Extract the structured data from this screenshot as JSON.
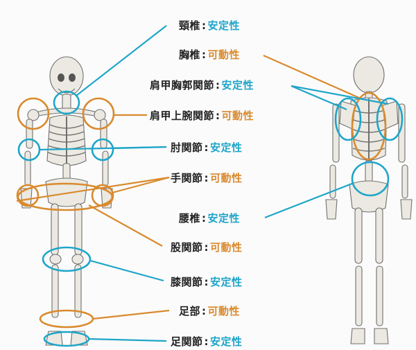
{
  "colors": {
    "stable": "#1ea5c9",
    "mobile": "#d98a2e",
    "bone": "#e9e7de",
    "outline": "#6f6f6f"
  },
  "labels": [
    {
      "id": "neck",
      "joint": "頸椎",
      "sep": ":",
      "property": "安定性",
      "type": "stable"
    },
    {
      "id": "thoracic",
      "joint": "胸椎",
      "sep": ":",
      "property": "可動性",
      "type": "mobile"
    },
    {
      "id": "scapulothoracic",
      "joint": "肩甲胸郭関節",
      "sep": ":",
      "property": "安定性",
      "type": "stable"
    },
    {
      "id": "glenohumeral",
      "joint": "肩甲上腕関節",
      "sep": ":",
      "property": "可動性",
      "type": "mobile"
    },
    {
      "id": "elbow",
      "joint": "肘関節",
      "sep": ":",
      "property": "安定性",
      "type": "stable"
    },
    {
      "id": "wrist",
      "joint": "手関節",
      "sep": ":",
      "property": "可動性",
      "type": "mobile"
    },
    {
      "id": "lumbar",
      "joint": "腰椎",
      "sep": ":",
      "property": "安定性",
      "type": "stable"
    },
    {
      "id": "hip",
      "joint": "股関節",
      "sep": ":",
      "property": "可動性",
      "type": "mobile"
    },
    {
      "id": "knee",
      "joint": "膝関節",
      "sep": ":",
      "property": "安定性",
      "type": "stable"
    },
    {
      "id": "foot",
      "joint": "足部",
      "sep": ":",
      "property": "可動性",
      "type": "mobile"
    },
    {
      "id": "ankle",
      "joint": "足関節",
      "sep": ":",
      "property": "安定性",
      "type": "stable"
    }
  ]
}
